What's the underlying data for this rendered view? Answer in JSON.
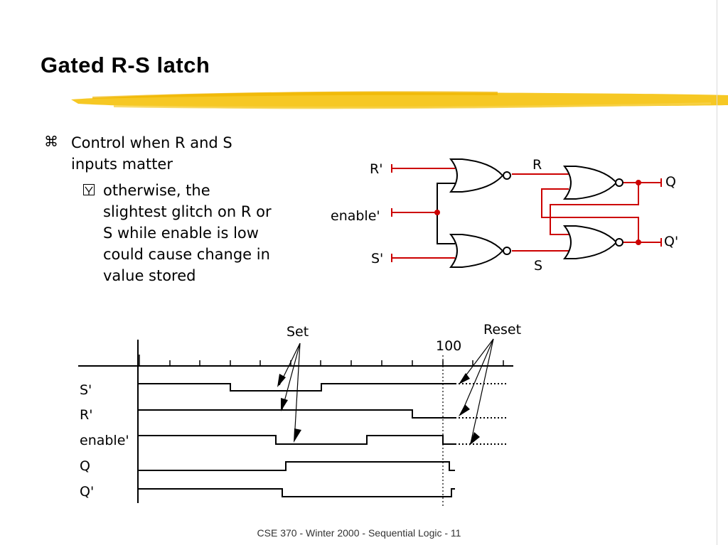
{
  "slide": {
    "title": "Gated R-S latch",
    "bullet_1": "Control when R and S inputs matter",
    "bullet_2": "otherwise, the slightest glitch on R or S while enable is low could cause change in value stored",
    "footer": "CSE 370 - Winter 2000 - Sequential Logic - 11"
  },
  "circuit": {
    "input_r": "R'",
    "input_enable": "enable'",
    "input_s": "S'",
    "node_r": "R",
    "node_s": "S",
    "output_q": "Q",
    "output_qbar": "Q'"
  },
  "timing": {
    "signals": [
      "S'",
      "R'",
      "enable'",
      "Q",
      "Q'"
    ],
    "tick_label": "100",
    "annotation_set": "Set",
    "annotation_reset": "Reset"
  },
  "colors": {
    "wire_highlight": "#cc0000",
    "highlight_brush": "#f5c518"
  }
}
